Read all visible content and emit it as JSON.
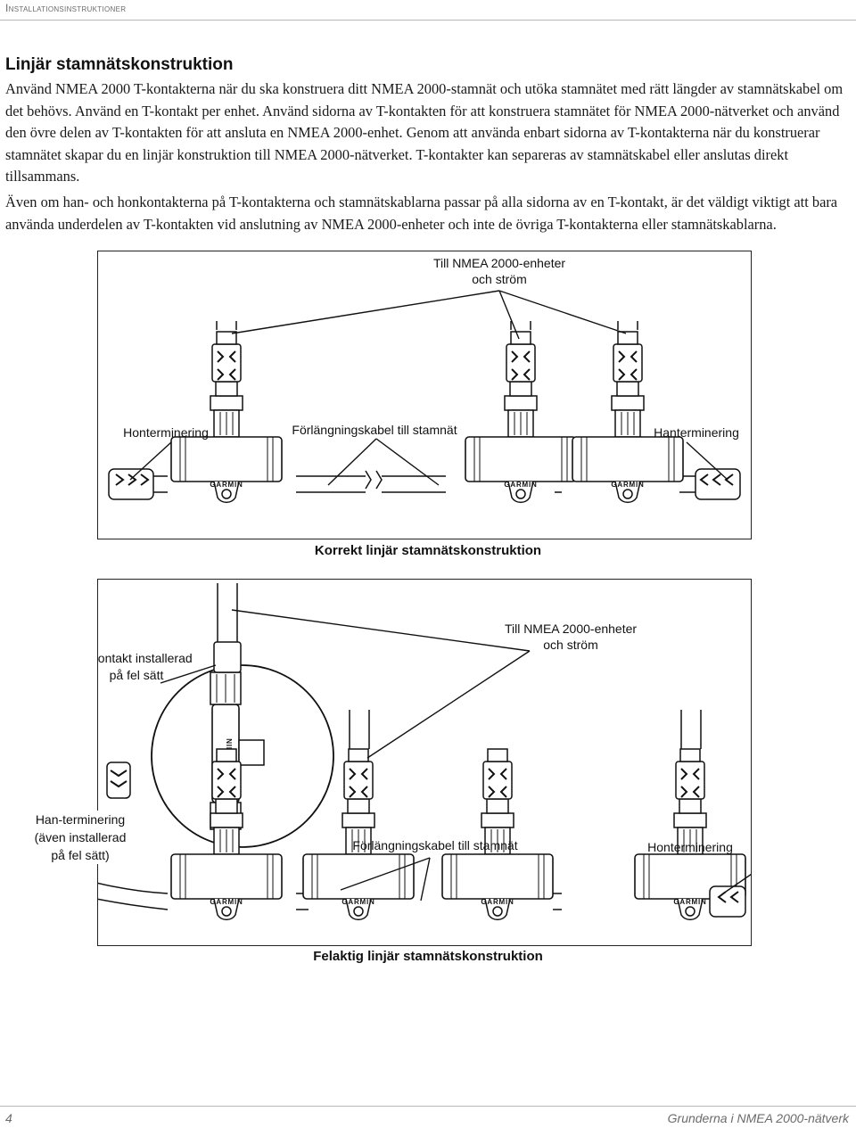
{
  "header": {
    "running_title": "Installationsinstruktioner"
  },
  "section": {
    "title": "Linjär stamnätskonstruktion",
    "paragraphs": [
      "Använd NMEA 2000 T-kontakterna när du ska konstruera ditt NMEA 2000-stamnät och utöka stamnätet med rätt längder av stamnätskabel om det behövs. Använd en T-kontakt per enhet. Använd sidorna av T-kontakten för att konstruera stamnätet för NMEA 2000-nätverket och använd den övre delen av T-kontakten för att ansluta en NMEA 2000-enhet. Genom att använda enbart sidorna av T-kontakterna när du konstruerar stamnätet skapar du en linjär konstruktion till NMEA 2000-nätverket. T-kontakter kan separeras av stamnätskabel eller anslutas direkt tillsammans.",
      "Även om han- och honkontakterna på T-kontakterna och stamnätskablarna passar på alla sidorna av en T-kontakt, är det väldigt viktigt att bara använda underdelen av T-kontakten vid anslutning av NMEA 2000-enheter och inte de övriga T-kontakterna eller stamnätskablarna."
    ]
  },
  "figures": {
    "correct": {
      "caption": "Korrekt linjär stamnätskonstruktion",
      "labels": {
        "to_devices_line1": "Till NMEA 2000-enheter",
        "to_devices_line2": "och ström",
        "left_terminator": "Honterminering",
        "extension_cable": "Förlängningskabel till stamnät",
        "right_terminator": "Hanterminering"
      },
      "brand": "GARMIN"
    },
    "incorrect": {
      "caption": "Felaktig linjär stamnätskonstruktion",
      "labels": {
        "wrong_tee_line1": "T-kontakt installerad",
        "wrong_tee_line2": "på fel sätt",
        "to_devices_line1": "Till NMEA 2000-enheter",
        "to_devices_line2": "och ström",
        "male_term_line1": "Han-terminering",
        "male_term_line2": "(även installerad",
        "male_term_line3": "på fel sätt)",
        "extension_cable": "Förlängningskabel till stamnät",
        "right_terminator": "Honterminering"
      },
      "brand": "GARMIN"
    }
  },
  "footer": {
    "page_number": "4",
    "document_title": "Grunderna i NMEA 2000-nätverk"
  }
}
